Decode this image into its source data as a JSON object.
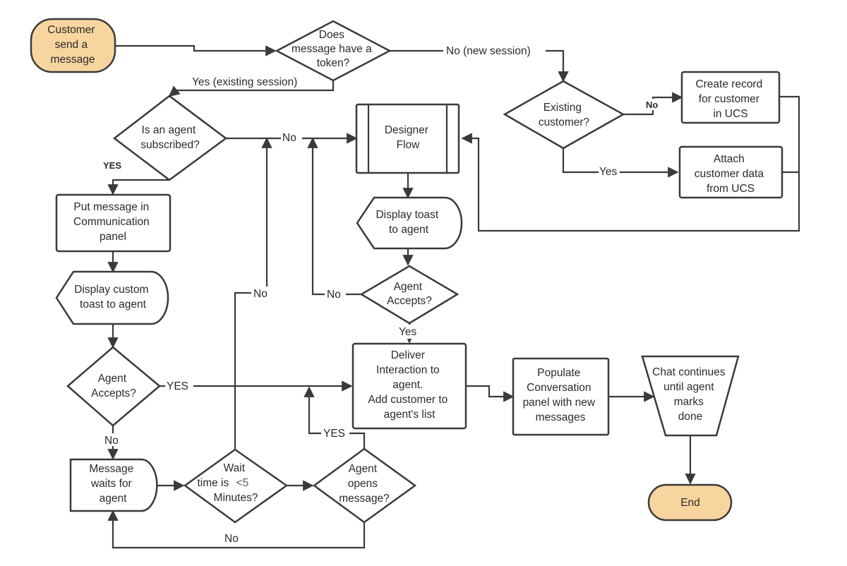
{
  "nodes": {
    "customer_send": [
      "Customer",
      "send a",
      "message"
    ],
    "has_token": [
      "Does",
      "message have a",
      "token?"
    ],
    "existing_customer": [
      "Existing",
      "customer?"
    ],
    "create_record": [
      "Create record",
      "for customer",
      "in UCS"
    ],
    "attach_data": [
      "Attach",
      "customer data",
      "from UCS"
    ],
    "agent_subscribed": [
      "Is an agent",
      "subscribed?"
    ],
    "designer_flow": [
      "Designer",
      "Flow"
    ],
    "put_message": [
      "Put message in",
      "Communication",
      "panel"
    ],
    "display_toast": [
      "Display toast",
      "to agent"
    ],
    "display_custom_toast": [
      "Display custom",
      "toast to agent"
    ],
    "agent_accepts_right": [
      "Agent",
      "Accepts?"
    ],
    "agent_accepts_left": [
      "Agent",
      "Accepts?"
    ],
    "deliver_interaction": [
      "Deliver",
      "Interaction to",
      "agent.",
      "Add customer to",
      "agent's list"
    ],
    "populate_panel": [
      "Populate",
      "Conversation",
      "panel with new",
      "messages"
    ],
    "chat_continues": [
      "Chat continues",
      "until agent",
      "marks",
      "done"
    ],
    "message_waits": [
      "Message",
      "waits for",
      "agent"
    ],
    "wait_time": [
      "Wait",
      "time is",
      "<5",
      "Minutes?"
    ],
    "agent_opens": [
      "Agent",
      "opens",
      "message?"
    ],
    "end": [
      "End"
    ]
  },
  "edge_labels": {
    "no_new_session": "No (new session)",
    "yes_existing_session": "Yes (existing session)",
    "no_create": "No",
    "yes_attach": "Yes",
    "no_subscribed": "No",
    "yes_subscribed": "YES",
    "no_wait_up": "No",
    "no_accepts_right": "No",
    "yes_accepts_right": "Yes",
    "yes_accepts_left": "YES",
    "no_accepts_left": "No",
    "yes_opens": "YES",
    "no_opens": "No"
  },
  "colors": {
    "terminal_fill": "#f8d59f",
    "stroke": "#3a3a3a",
    "background": "#ffffff"
  }
}
